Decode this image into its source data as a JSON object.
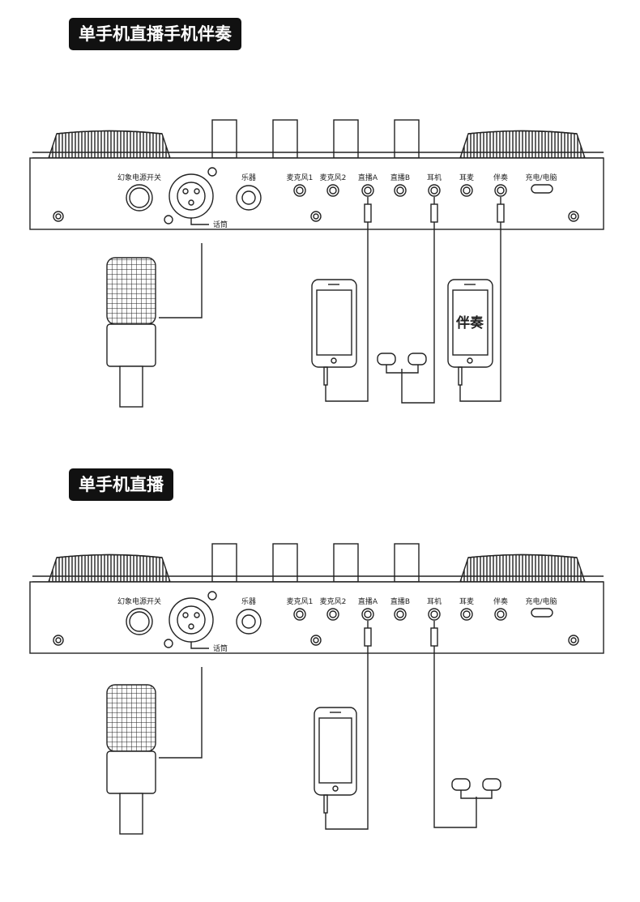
{
  "sections": [
    {
      "title": "单手机直播手机伴奏",
      "phone_right_label": "伴奏"
    },
    {
      "title": "单手机直播"
    }
  ],
  "panel": {
    "labels": {
      "phantom": "幻象电源开关",
      "instrument": "乐器",
      "mic1": "麦克风1",
      "mic2": "麦克风2",
      "liveA": "直播A",
      "liveB": "直播B",
      "earphone": "耳机",
      "earmic": "耳麦",
      "accompany": "伴奏",
      "charge": "充电/电脑",
      "microphone": "话筒"
    }
  },
  "colors": {
    "line": "#222222",
    "badge_bg": "#111111",
    "badge_text": "#ffffff"
  }
}
